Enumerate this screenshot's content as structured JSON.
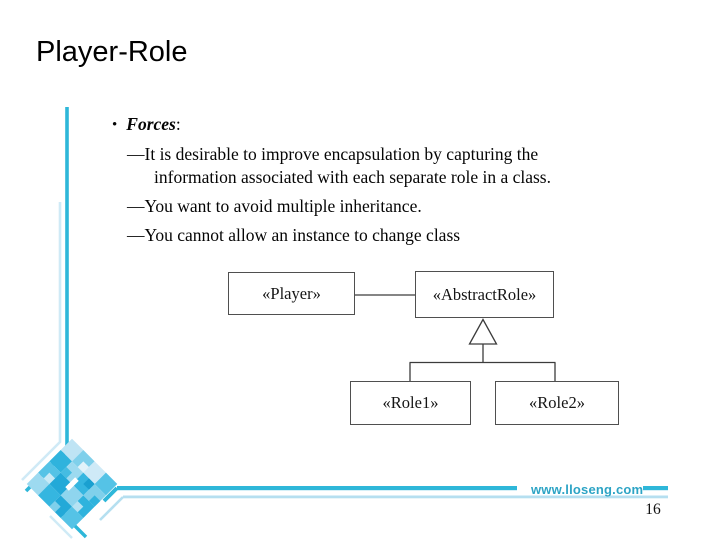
{
  "slide": {
    "title": "Player-Role",
    "bullet": {
      "glyph": "•",
      "term": "Forces",
      "suffix": ":"
    },
    "sub_bullets": [
      "—It is desirable to improve encapsulation by capturing the information associated with each separate role in a class.",
      "—You want to avoid multiple inheritance.",
      "—You cannot allow an instance to change class"
    ]
  },
  "diagram": {
    "type": "uml-class-diagram",
    "nodes": [
      {
        "id": "player",
        "label": "«Player»"
      },
      {
        "id": "abstract-role",
        "label": "«AbstractRole»"
      },
      {
        "id": "role1",
        "label": "«Role1»"
      },
      {
        "id": "role2",
        "label": "«Role2»"
      }
    ],
    "edges": [
      {
        "from": "player",
        "to": "abstract-role",
        "kind": "association"
      },
      {
        "from": "role1",
        "to": "abstract-role",
        "kind": "generalization"
      },
      {
        "from": "role2",
        "to": "abstract-role",
        "kind": "generalization"
      }
    ]
  },
  "footer": {
    "website": "www.lloseng.com",
    "page_number": "16"
  },
  "colors": {
    "accent_teal": "#2eb7d9",
    "accent_light_blue": "#b5dff0",
    "link_teal": "#2da4c5",
    "diagram_line": "#3c3c3c"
  }
}
